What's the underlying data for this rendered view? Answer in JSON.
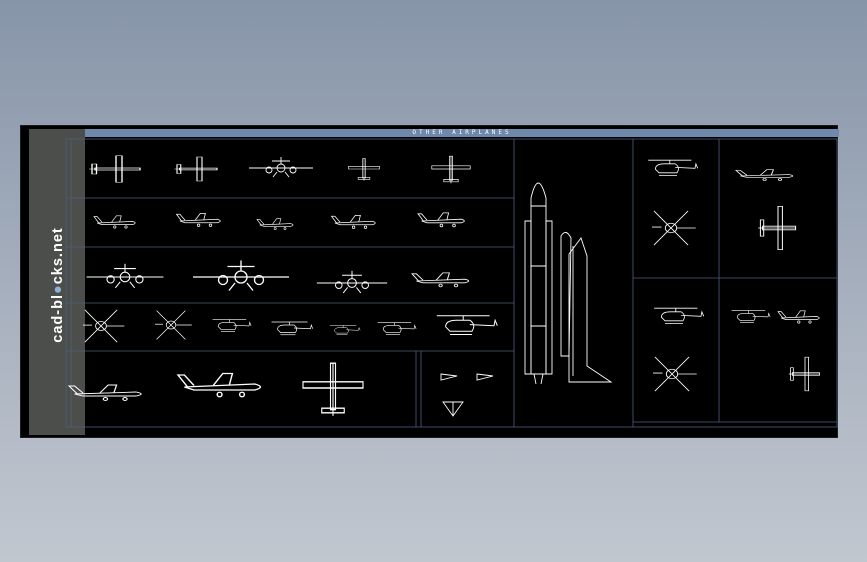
{
  "watermark": {
    "prefix": "cad-bl",
    "suffix": "cks.net"
  },
  "sheet": {
    "title": "OTHER AIRPLANES",
    "colors": {
      "background": "#000000",
      "frame": "#4e5d7e",
      "line": "#ffffff",
      "header": "#6f89ad",
      "band": "#4b4e4a"
    }
  },
  "icons": [
    "monoplane-icon",
    "biplane-icon",
    "floatplane-icon",
    "airliner-icon",
    "business-jet-icon",
    "helicopter-icon",
    "transport-plane-icon",
    "fighter-jet-icon",
    "space-shuttle-icon"
  ]
}
